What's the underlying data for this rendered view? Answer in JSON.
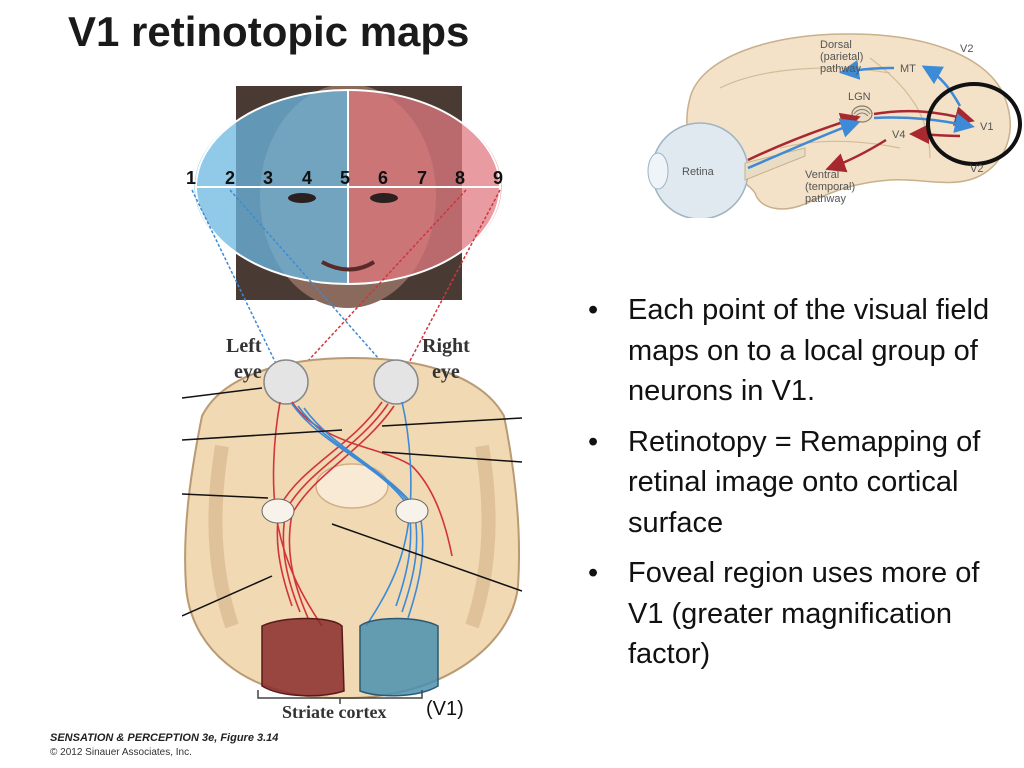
{
  "title": "V1 retinotopic maps",
  "bullets": [
    "Each point of the visual field maps on to a local group of neurons in V1.",
    "Retinotopy = Remapping of retinal image onto cortical surface",
    "Foveal region uses more of V1 (greater magnification factor)"
  ],
  "brain_diagram": {
    "labels": {
      "dorsal": "Dorsal",
      "dorsal_sub1": "(parietal)",
      "dorsal_sub2": "pathway",
      "v2_top": "V2",
      "mt": "MT",
      "lgn": "LGN",
      "v1": "V1",
      "v4": "V4",
      "retina": "Retina",
      "ventral": "Ventral",
      "ventral_sub1": "(temporal)",
      "ventral_sub2": "pathway",
      "v2_bottom": "V2"
    },
    "colors": {
      "dorsal_arrow": "#3d8ad6",
      "ventral_arrow": "#a8282f",
      "highlight": "#111111"
    }
  },
  "field_diagram": {
    "numbers": [
      "1",
      "2",
      "3",
      "4",
      "5",
      "6",
      "7",
      "8",
      "9"
    ],
    "left_eye_1": "Left",
    "left_eye_2": "eye",
    "right_eye_1": "Right",
    "right_eye_2": "eye",
    "striate": "Striate cortex",
    "colors": {
      "left_field": "#6bb8e0",
      "right_field": "#e07a80"
    }
  },
  "v1_label": "(V1)",
  "credit_line1": "SENSATION & PERCEPTION 3e, Figure 3.14",
  "credit_line2": "© 2012 Sinauer Associates, Inc."
}
